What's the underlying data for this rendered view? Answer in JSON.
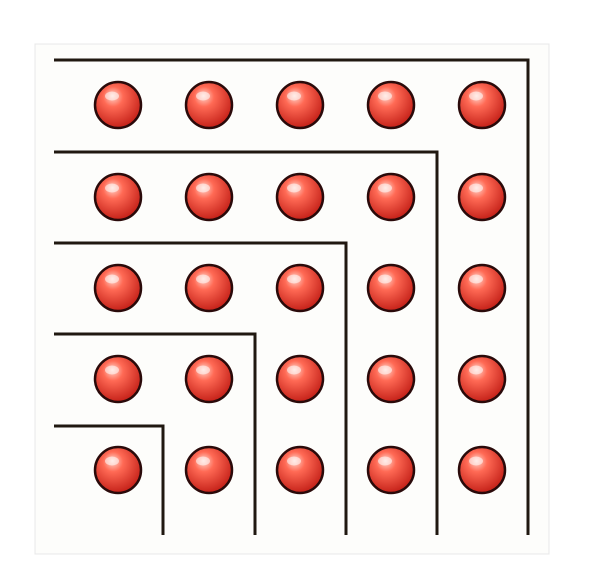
{
  "figure": {
    "grid_rows": 5,
    "grid_cols": 5,
    "nested_square_layers": 5,
    "colors": {
      "background": "#ffffff",
      "panel_background": "#fdfdfb",
      "panel_border": "#e8e8e8",
      "line": "#201810",
      "ball_outline": "#2a0a0a",
      "ball_light": "#ffd9cf",
      "ball_mid": "#ff6a55",
      "ball_dark": "#c8251c"
    }
  }
}
